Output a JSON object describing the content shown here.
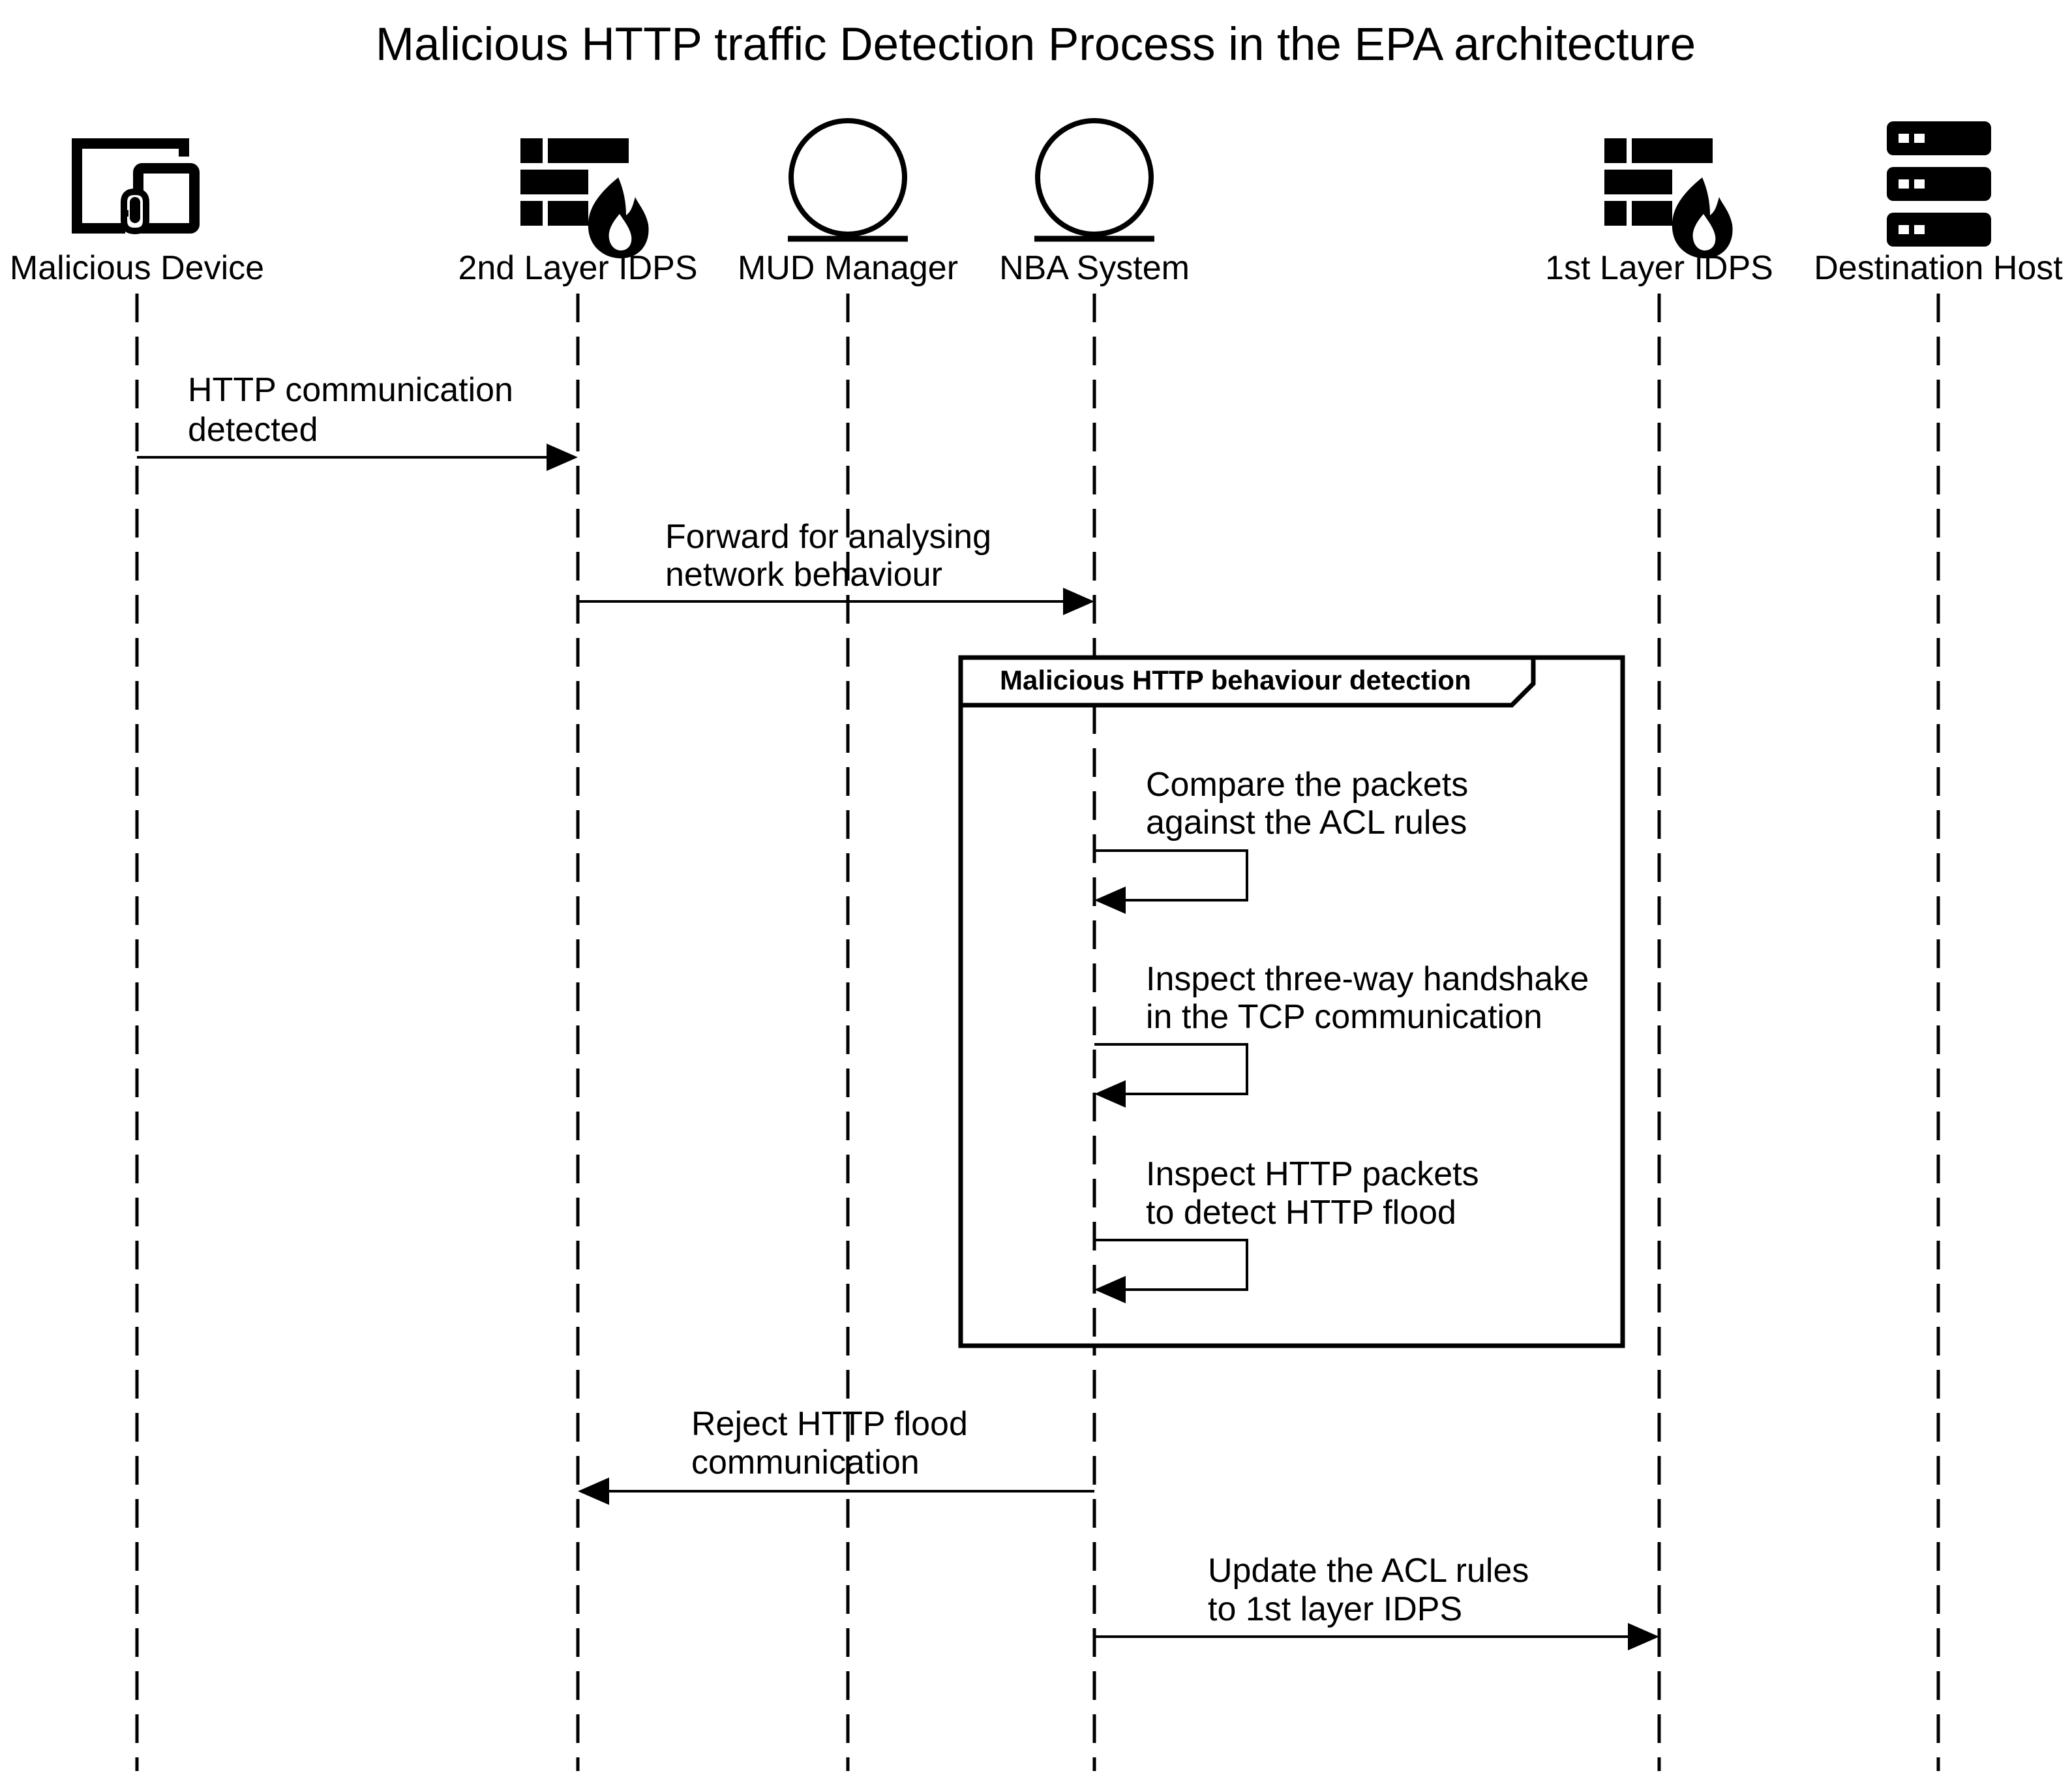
{
  "title": "Malicious HTTP traffic Detection Process in the EPA architecture",
  "actors": [
    {
      "id": "malicious-device",
      "label": "Malicious Device",
      "icon": "device-icon"
    },
    {
      "id": "idps-2",
      "label": "2nd Layer IDPS",
      "icon": "firewall-icon"
    },
    {
      "id": "mud-manager",
      "label": "MUD Manager",
      "icon": "entity-circle-icon"
    },
    {
      "id": "nba-system",
      "label": "NBA System",
      "icon": "entity-circle-icon"
    },
    {
      "id": "idps-1",
      "label": "1st Layer IDPS",
      "icon": "firewall-icon"
    },
    {
      "id": "destination-host",
      "label": "Destination Host",
      "icon": "server-icon"
    }
  ],
  "messages": [
    {
      "from": "malicious-device",
      "to": "idps-2",
      "lines": [
        "HTTP communication",
        "detected"
      ]
    },
    {
      "from": "idps-2",
      "to": "nba-system",
      "lines": [
        "Forward for analysing",
        "network behaviour"
      ]
    },
    {
      "from": "nba-system",
      "to": "nba-system",
      "lines": [
        "Compare the packets",
        "against the ACL rules"
      ]
    },
    {
      "from": "nba-system",
      "to": "nba-system",
      "lines": [
        "Inspect three-way handshake",
        "in the TCP communication"
      ]
    },
    {
      "from": "nba-system",
      "to": "nba-system",
      "lines": [
        "Inspect HTTP packets",
        "to detect HTTP flood"
      ]
    },
    {
      "from": "nba-system",
      "to": "idps-2",
      "lines": [
        "Reject HTTP flood",
        "communication"
      ]
    },
    {
      "from": "nba-system",
      "to": "idps-1",
      "lines": [
        "Update the ACL rules",
        "to 1st layer IDPS"
      ]
    }
  ],
  "frame": {
    "label": "Malicious HTTP behaviour detection"
  }
}
